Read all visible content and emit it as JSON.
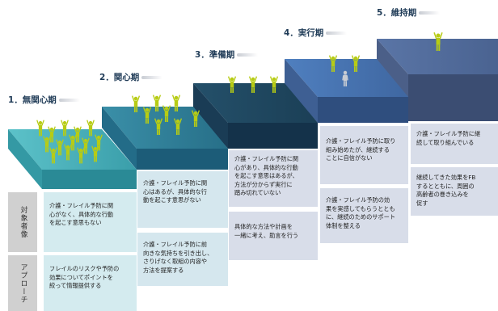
{
  "stages": [
    {
      "label": "1．無関心期"
    },
    {
      "label": "2．関心期"
    },
    {
      "label": "3．準備期"
    },
    {
      "label": "4．実行期"
    },
    {
      "label": "5．維持期"
    }
  ],
  "row_headers": {
    "target": "対象者像",
    "approach": "アプローチ"
  },
  "target_texts": [
    "介護・フレイル予防に関\n心がなく、具体的な行動\nを起こす意思もない",
    "介護・フレイル予防に関\n心はあるが、具体的な行\n動を起こす意思がない",
    "介護・フレイル予防に関\n心があり、具体的な行動\nを起こす意思はあるが、\n方法が分からず実行に\n踏み切れていない",
    "介護・フレイル予防に取り\n組み始めたが、継続する\nことに自信がない",
    "介護・フレイル予防に継\n続して取り組んでいる"
  ],
  "approach_texts": [
    "フレイルのリスクや予防の\n効果についてポイントを\n絞って情報提供する",
    "介護・フレイル予防に前\n向きな気持ちを引き出し、\nさりげなく取組の内容や\n方法を提案する",
    "具体的な方法や計画を\n一緒に考え、助言を行う",
    "介護・フレイル予防の効\n果を実感してもらうととも\nに、継続のためのサポート\n体制を整える",
    "継続してきた効果をFB\nするとともに、周囲の\n高齢者の巻き込みを\n促す"
  ],
  "colors": {
    "step1": "#3eaab3",
    "step2": "#2a7d96",
    "step3": "#1f4a63",
    "step4": "#4a72ad",
    "step5": "#546d9c",
    "figure": "#b7cc14",
    "figure_gray": "#c8ccd3"
  }
}
